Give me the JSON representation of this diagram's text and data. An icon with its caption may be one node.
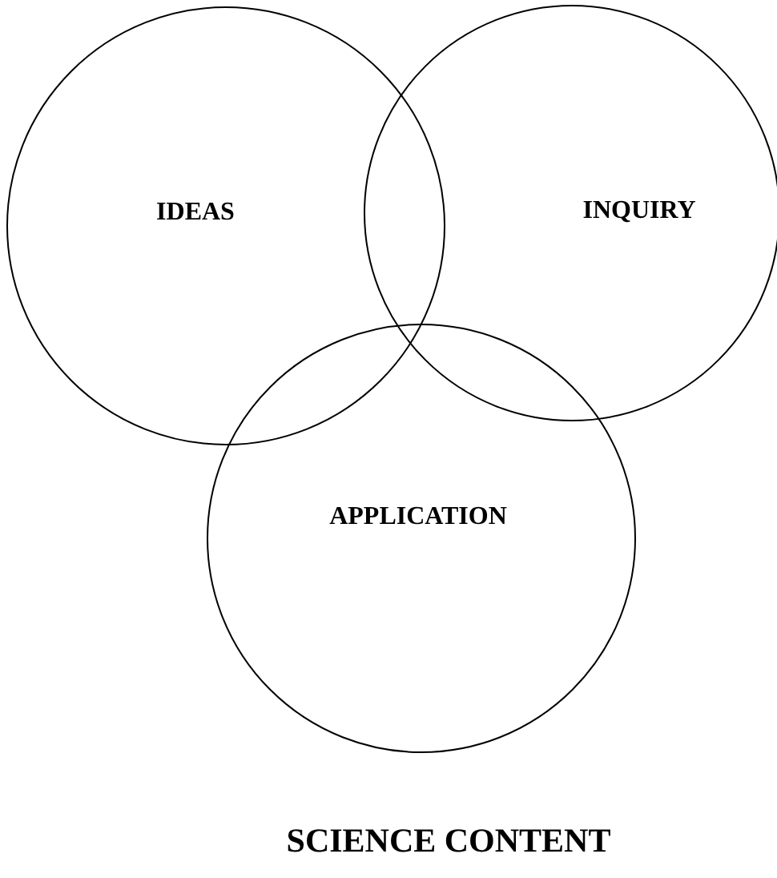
{
  "diagram": {
    "caption": "SCIENCE CONTENT",
    "nodes": [
      {
        "text": [
          "IDEAS"
        ]
      },
      {
        "text": [
          "INQUIRY"
        ]
      },
      {
        "text": [
          "APPLICATION"
        ]
      }
    ],
    "edges": []
  }
}
